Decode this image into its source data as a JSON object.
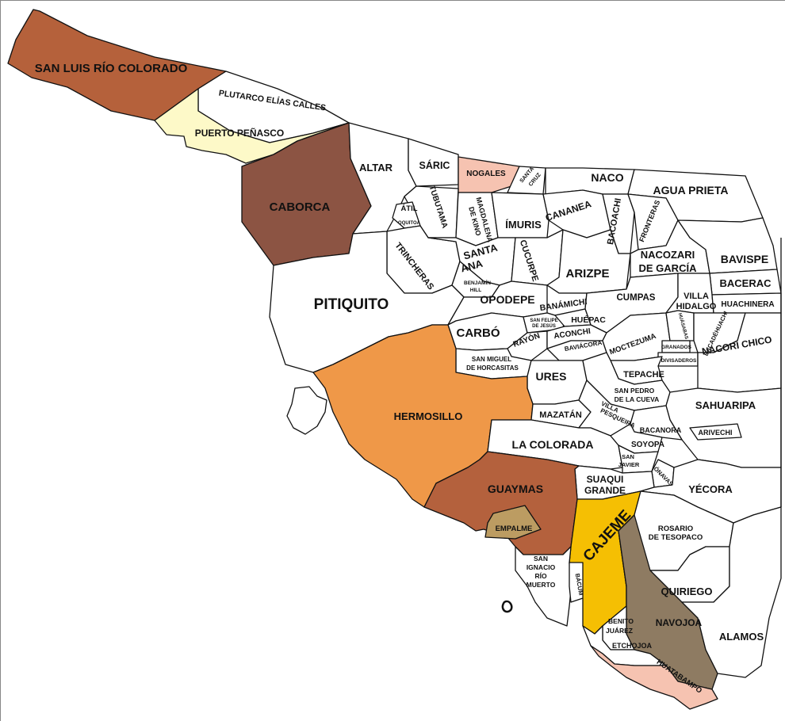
{
  "colors": {
    "san_luis_rio_colorado": "#b5613b",
    "puerto_penasco": "#fdf9c8",
    "caborca": "#8c5443",
    "nogales": "#f6c3b1",
    "hermosillo": "#ef9848",
    "guaymas": "#b4613d",
    "empalme": "#bc9c62",
    "cajeme": "#f5bf03",
    "navojoa": "#8e7b62",
    "huatabampo": "#f6c3b1",
    "default": "#ffffff"
  },
  "labels": {
    "san_luis_rio_colorado": "SAN LUIS RÍO COLORADO",
    "plutarco_elias_calles": "PLUTARCO ELÍAS CALLES",
    "puerto_penasco": "PUERTO PEÑASCO",
    "caborca": "CABORCA",
    "altar": "ALTAR",
    "saric": "SÁRIC",
    "nogales": "NOGALES",
    "santa_cruz_1": "SANTA",
    "santa_cruz_2": "CRUZ",
    "naco": "NACO",
    "agua_prieta": "AGUA PRIETA",
    "tubutama": "TUBUTAMA",
    "atil": "ÁTIL",
    "oquitoa": "OQUITOA",
    "magdalena_1": "MAGDALENA",
    "magdalena_2": "DE KINO",
    "imuris": "ÍMURIS",
    "cananea": "CANANEA",
    "bacoachi": "BACOACHI",
    "fronteras": "FRONTERAS",
    "trincheras": "TRINCHERAS",
    "santa_ana_1": "SANTA",
    "santa_ana_2": "ANA",
    "cucurpe": "CUCURPE",
    "arizpe": "ARIZPE",
    "nacozari_1": "NACOZARI",
    "nacozari_2": "DE GARCÍA",
    "bavispe": "BAVISPE",
    "bacerac": "BACERAC",
    "benjamin_1": "BENJAMÍN",
    "benjamin_2": "HILL",
    "pitiquito": "PITIQUITO",
    "opodepe": "OPODEPE",
    "banamichi": "BANÁMICHI",
    "cumpas": "CUMPAS",
    "villa_hidalgo_1": "VILLA",
    "villa_hidalgo_2": "HIDALGO",
    "huachinera": "HUACHINERA",
    "san_felipe_1": "SAN FELIPE",
    "san_felipe_2": "DE JESÚS",
    "huepac": "HUÉPAC",
    "carbo": "CARBÓ",
    "rayon": "RAYÓN",
    "aconchi": "ACONCHI",
    "baviacora": "BAVIÁCORA",
    "moctezuma": "MOCTEZUMA",
    "huasabas": "HUÁSABAS",
    "granados": "GRANADOS",
    "divisaderos": "DIVISADEROS",
    "bacadehuachi": "BACADÉHUACHI",
    "nacori_chico": "NACORI CHICO",
    "san_miguel_1": "SAN MIGUEL",
    "san_miguel_2": "DE HORCASITAS",
    "ures": "URES",
    "tepache": "TEPACHE",
    "san_pedro_1": "SAN PEDRO",
    "san_pedro_2": "DE LA CUEVA",
    "hermosillo": "HERMOSILLO",
    "mazatan": "MAZATÁN",
    "villa_pesqueira_1": "VILLA",
    "villa_pesqueira_2": "PESQUEIRA",
    "sahuaripa": "SAHUARIPA",
    "bacanora": "BACANORA",
    "arivechi": "ARIVECHI",
    "la_colorada": "LA COLORADA",
    "soyopa": "SOYOPA",
    "san_javier_1": "SAN",
    "san_javier_2": "JAVIER",
    "onavas": "ÓNAVAS",
    "suaqui_1": "SUAQUI",
    "suaqui_2": "GRANDE",
    "guaymas": "GUAYMAS",
    "yecora": "YÉCORA",
    "cajeme": "CAJEME",
    "empalme": "EMPALME",
    "rosario_1": "ROSARIO",
    "rosario_2": "DE TESOPACO",
    "san_ignacio_1": "SAN",
    "san_ignacio_2": "IGNACIO",
    "san_ignacio_3": "RÍO",
    "san_ignacio_4": "MUERTO",
    "bacum": "BÁCUM",
    "quiriego": "QUIRIEGO",
    "benito_1": "BENITO",
    "benito_2": "JUÁREZ",
    "navojoa": "NAVOJOA",
    "alamos": "ALAMOS",
    "etchojoa": "ETCHOJOA",
    "huatabampo": "HUATABAMPO"
  }
}
